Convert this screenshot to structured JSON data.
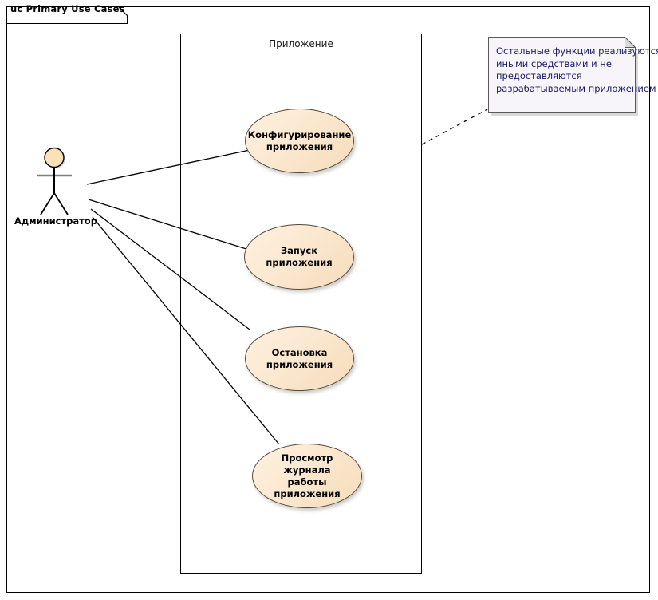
{
  "diagram": {
    "frame_label": "uc Primary Use Cases",
    "type": "uml-use-case-diagram"
  },
  "boundary": {
    "label": "Приложение"
  },
  "actor": {
    "label": "Администратор",
    "icon": "stick-figure-actor-icon"
  },
  "use_cases": [
    {
      "id": "uc1",
      "lines": [
        "Конфигурирование",
        "приложения"
      ],
      "text": "Конфигурирование приложения"
    },
    {
      "id": "uc2",
      "lines": [
        "Запуск приложения"
      ],
      "text": "Запуск приложения"
    },
    {
      "id": "uc3",
      "lines": [
        "Остановка",
        "приложения"
      ],
      "text": "Остановка приложения"
    },
    {
      "id": "uc4",
      "lines": [
        "Просмотр журнала",
        "работы приложения"
      ],
      "text": "Просмотр журнала работы приложения"
    }
  ],
  "note": {
    "lines": [
      "Остальные функции реализуются",
      "иными средствами и не",
      "предоставляются",
      "разрабатываемым приложением"
    ],
    "text": "Остальные функции реализуются иными средствами и не предоставляются разрабатываемым приложением"
  },
  "colors": {
    "usecase_fill_light": "#fdf1e0",
    "usecase_fill_dark": "#f6dcbb",
    "usecase_border": "#54493b",
    "note_fill": "#f7f4fa",
    "note_border": "#5a5a5a",
    "note_text": "#1a1a6e",
    "line": "#000000",
    "actor_head_fill": "#fbe0b8",
    "actor_arm": "#808080"
  }
}
